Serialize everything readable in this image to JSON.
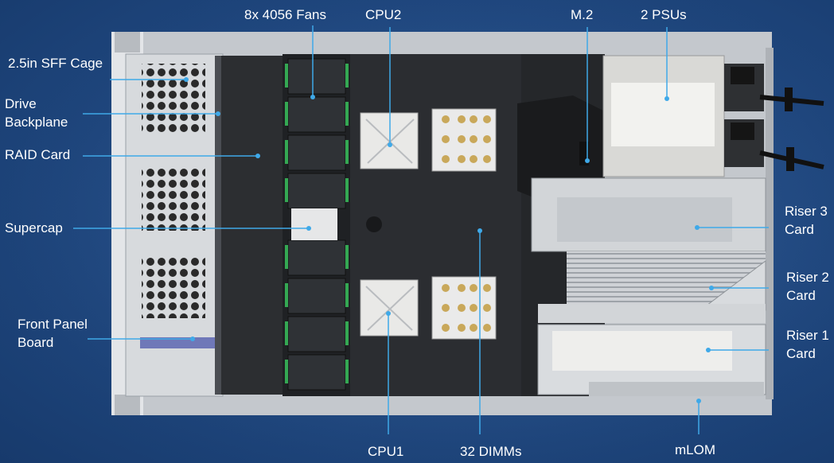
{
  "diagram": {
    "labels": {
      "sff_cage": "2.5in SFF Cage",
      "drive_backplane": [
        "Drive",
        "Backplane"
      ],
      "raid_card": "RAID Card",
      "supercap": "Supercap",
      "front_panel_board": [
        "Front Panel",
        "Board"
      ],
      "fans": "8x 4056 Fans",
      "cpu2": "CPU2",
      "m2": "M.2",
      "psus": "2 PSUs",
      "riser3": [
        "Riser 3",
        "Card"
      ],
      "riser2": [
        "Riser 2",
        "Card"
      ],
      "riser1": [
        "Riser 1",
        "Card"
      ],
      "cpu1": "CPU1",
      "dimms": "32 DIMMs",
      "mlom": "mLOM"
    },
    "colors": {
      "background": "#1f4a84",
      "leader_line": "#3fa9e8",
      "chassis_metal": "#d3d6da",
      "board_dark": "#2b2d31",
      "fan_accent": "#34a853",
      "cpu_heatsink": "#e9e9e7",
      "dimm_gold": "#c9a85a",
      "label_text": "#ffffff"
    }
  }
}
